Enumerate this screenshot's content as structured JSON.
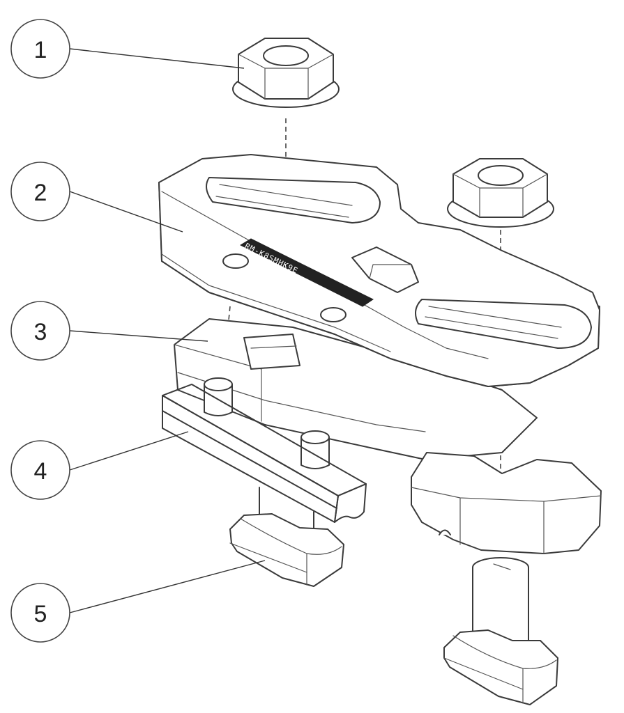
{
  "figure": {
    "callouts": [
      {
        "number": "1"
      },
      {
        "number": "2"
      },
      {
        "number": "3"
      },
      {
        "number": "4"
      },
      {
        "number": "5"
      }
    ],
    "stamp_text": "RM-K8SMHK9E",
    "highlight_color": "#E8611A",
    "outline_color": "#3A3A3A"
  }
}
